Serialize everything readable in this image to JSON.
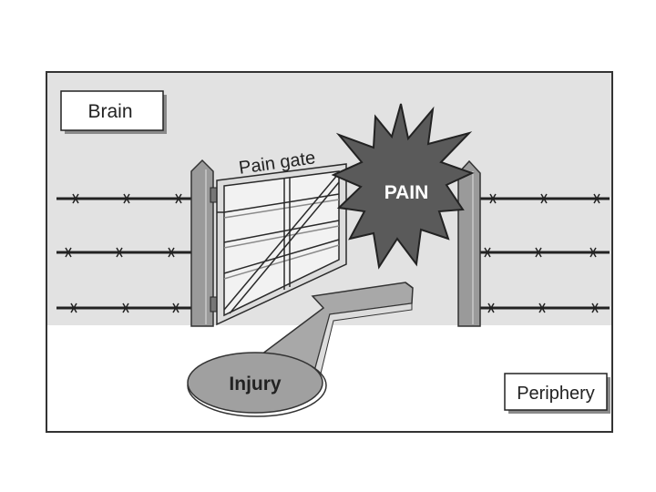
{
  "labels": {
    "brain": "Brain",
    "periphery": "Periphery",
    "pain_gate": "Pain gate",
    "pain": "PAIN",
    "injury": "Injury"
  },
  "colors": {
    "upper_background": "#e2e2e2",
    "lower_background": "#ffffff",
    "frame": "#333333",
    "post": "#9a9a9a",
    "gate": "#dcdcdc",
    "wire": "#222222",
    "starburst": "#5a5a5a",
    "arrow": "#a8a8a8",
    "injury_ellipse": "#a0a0a0",
    "label_box": "#ffffff"
  }
}
